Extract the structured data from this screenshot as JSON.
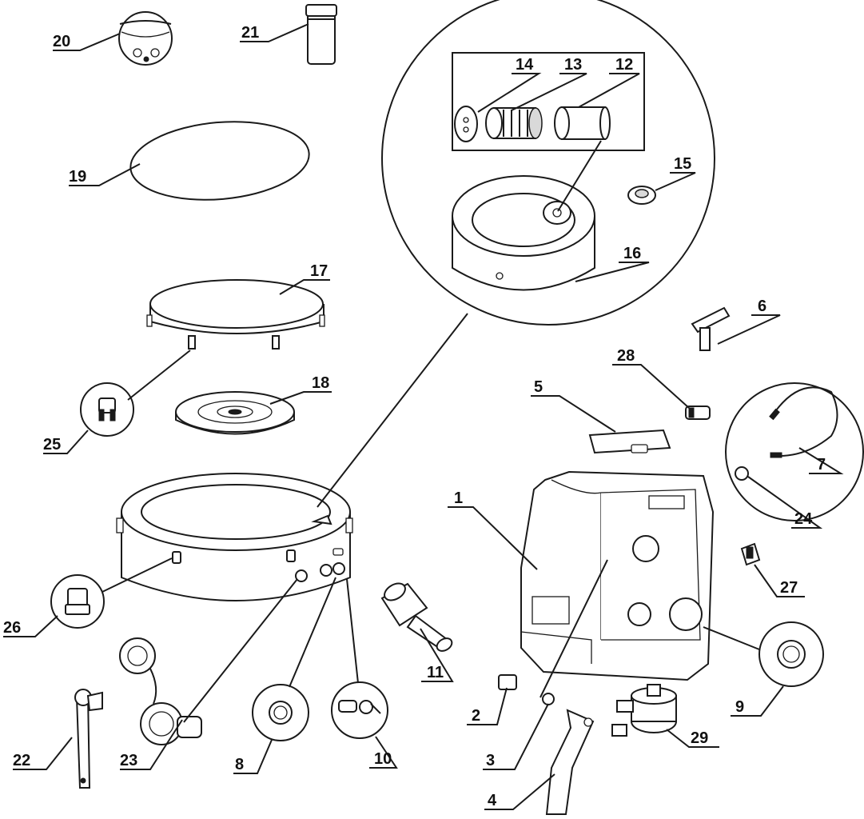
{
  "labels": {
    "p1": "1",
    "p2": "2",
    "p3": "3",
    "p4": "4",
    "p5": "5",
    "p6": "6",
    "p7": "7",
    "p8": "8",
    "p9": "9",
    "p10": "10",
    "p11": "11",
    "p12": "12",
    "p13": "13",
    "p14": "14",
    "p15": "15",
    "p16": "16",
    "p17": "17",
    "p18": "18",
    "p19": "19",
    "p20": "20",
    "p21": "21",
    "p22": "22",
    "p23": "23",
    "p24": "24",
    "p25": "25",
    "p26": "26",
    "p27": "27",
    "p28": "28",
    "p29": "29"
  },
  "colors": {
    "ink": "#1a1a1a",
    "paper": "#ffffff",
    "shade": "#d9d9d9"
  }
}
